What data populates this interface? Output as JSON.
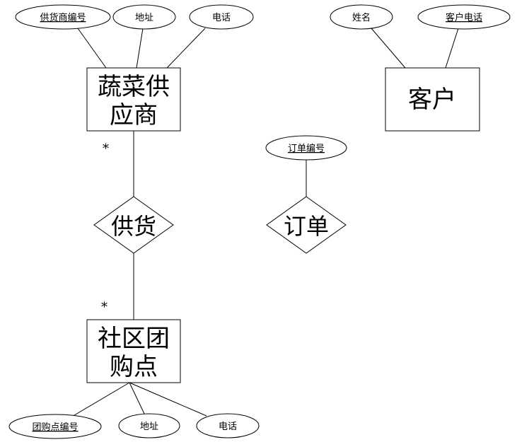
{
  "entities": {
    "supplier": {
      "line1": "蔬菜供",
      "line2": "应商"
    },
    "customer": {
      "label": "客户"
    },
    "group_point": {
      "line1": "社区团",
      "line2": "购点"
    }
  },
  "relationships": {
    "supply": {
      "label": "供货"
    },
    "order": {
      "label": "订单"
    }
  },
  "attributes": {
    "supplier_id": {
      "label": "供货商编号",
      "key": true
    },
    "supplier_address": {
      "label": "地址",
      "key": false
    },
    "supplier_phone": {
      "label": "电话",
      "key": false
    },
    "customer_name": {
      "label": "姓名",
      "key": false
    },
    "customer_phone": {
      "label": "客户电话",
      "key": true
    },
    "order_id": {
      "label": "订单编号",
      "key": true
    },
    "group_id": {
      "label": "团购点编号",
      "key": true
    },
    "group_address": {
      "label": "地址",
      "key": false
    },
    "group_phone": {
      "label": "电话",
      "key": false
    }
  },
  "multiplicity": {
    "supplier_side": "*",
    "group_side": "*"
  }
}
